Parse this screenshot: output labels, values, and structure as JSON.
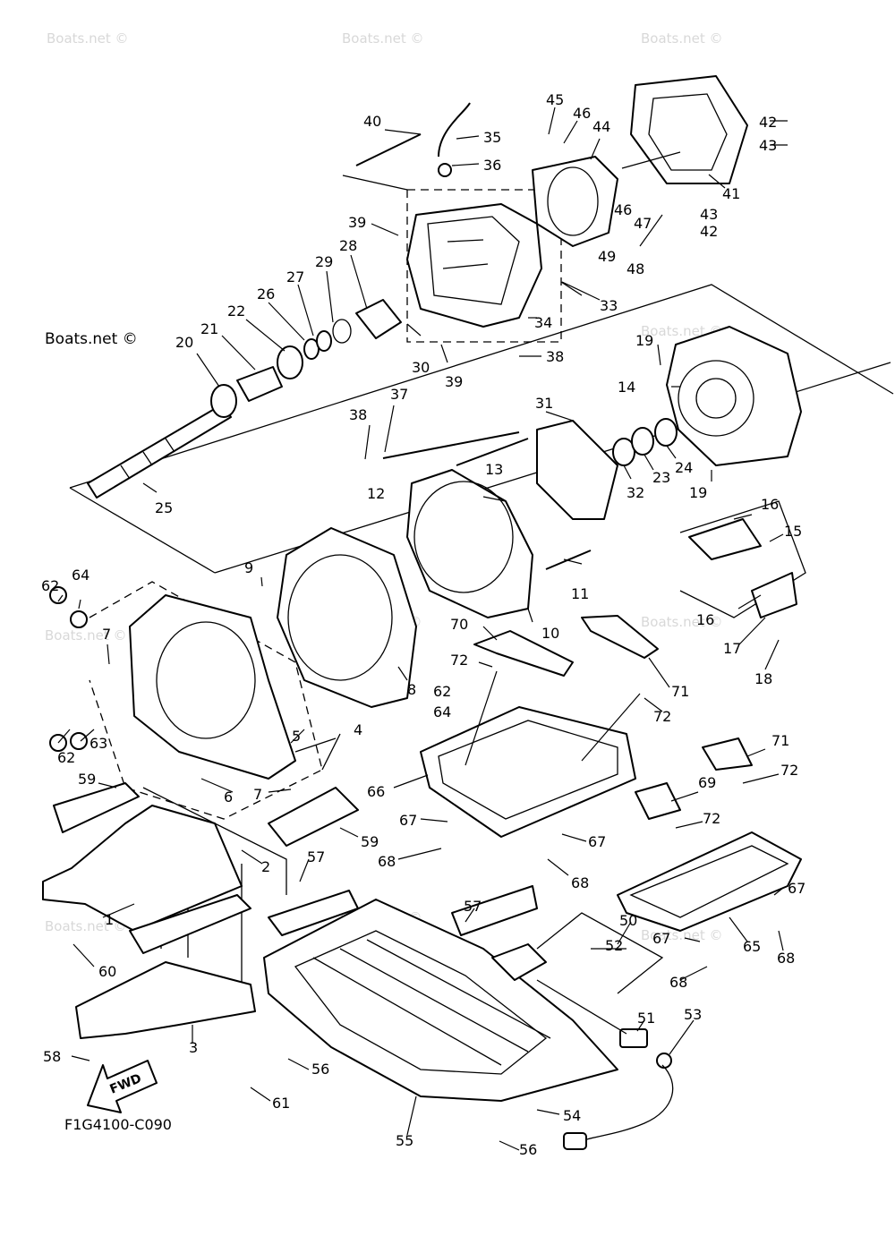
{
  "watermark": "Boats.net ©",
  "brand_label": "Boats.net ©",
  "diagram_code": "F1G4100-C090",
  "fwd_label": "FWD",
  "callouts": {
    "c1": "1",
    "c2": "2",
    "c3": "3",
    "c4": "4",
    "c5": "5",
    "c6": "6",
    "c7a": "7",
    "c7b": "7",
    "c8": "8",
    "c9": "9",
    "c10": "10",
    "c11": "11",
    "c12": "12",
    "c13": "13",
    "c14": "14",
    "c15": "15",
    "c16a": "16",
    "c16b": "16",
    "c17": "17",
    "c18": "18",
    "c19a": "19",
    "c19b": "19",
    "c20": "20",
    "c21": "21",
    "c22": "22",
    "c23": "23",
    "c24": "24",
    "c25": "25",
    "c26": "26",
    "c27": "27",
    "c28": "28",
    "c29": "29",
    "c30": "30",
    "c31": "31",
    "c32": "32",
    "c33": "33",
    "c34": "34",
    "c35": "35",
    "c36": "36",
    "c37": "37",
    "c38a": "38",
    "c38b": "38",
    "c39a": "39",
    "c39b": "39",
    "c40": "40",
    "c41": "41",
    "c42a": "42",
    "c42b": "42",
    "c43a": "43",
    "c43b": "43",
    "c44": "44",
    "c45": "45",
    "c46a": "46",
    "c46b": "46",
    "c47": "47",
    "c48": "48",
    "c49": "49",
    "c50": "50",
    "c51": "51",
    "c52": "52",
    "c53": "53",
    "c54": "54",
    "c55": "55",
    "c56a": "56",
    "c56b": "56",
    "c57a": "57",
    "c57b": "57",
    "c58": "58",
    "c59a": "59",
    "c59b": "59",
    "c60": "60",
    "c61": "61",
    "c62a": "62",
    "c62b": "62",
    "c62c": "62",
    "c63": "63",
    "c64a": "64",
    "c64b": "64",
    "c65": "65",
    "c66": "66",
    "c67a": "67",
    "c67b": "67",
    "c67c": "67",
    "c67d": "67",
    "c68a": "68",
    "c68b": "68",
    "c68c": "68",
    "c68d": "68",
    "c69": "69",
    "c70": "70",
    "c71a": "71",
    "c71b": "71",
    "c72a": "72",
    "c72b": "72",
    "c72c": "72",
    "c72d": "72"
  }
}
